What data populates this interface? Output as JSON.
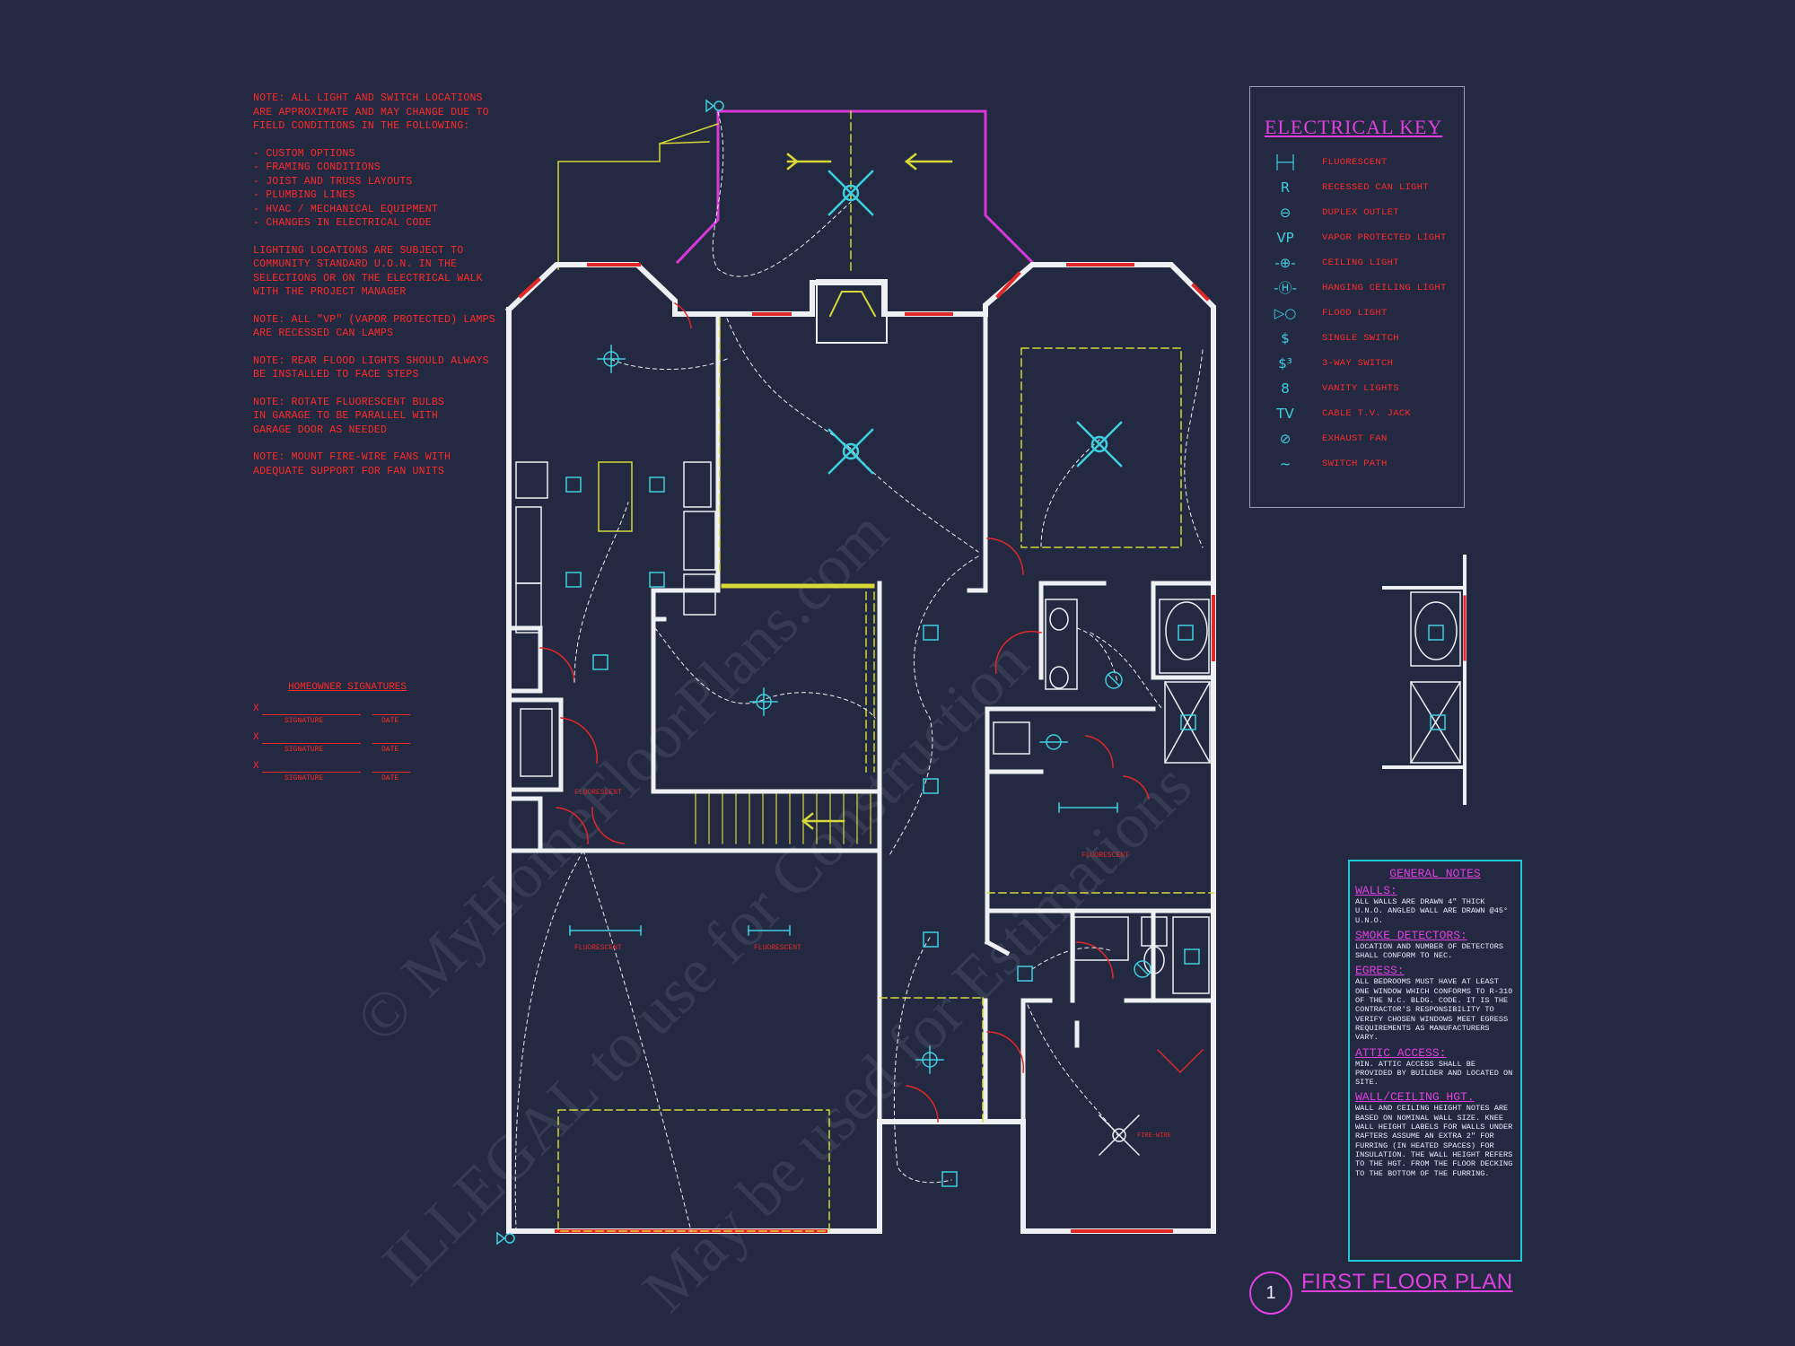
{
  "notes": {
    "note1": "NOTE: ALL LIGHT AND SWITCH LOCATIONS ARE APPROXIMATE AND MAY CHANGE DUE TO FIELD CONDITIONS IN THE FOLLOWING:",
    "list": "- CUSTOM OPTIONS\n- FRAMING CONDITIONS\n- JOIST AND TRUSS LAYOUTS\n- PLUMBING LINES\n- HVAC / MECHANICAL EQUIPMENT\n- CHANGES IN ELECTRICAL CODE",
    "note2": "LIGHTING LOCATIONS ARE SUBJECT TO COMMUNITY STANDARD U.O.N. IN THE SELECTIONS OR ON THE ELECTRICAL WALK WITH THE PROJECT MANAGER",
    "note3": "NOTE: ALL \"VP\" (VAPOR PROTECTED) LAMPS ARE RECESSED CAN LAMPS",
    "note4": "NOTE: REAR FLOOD LIGHTS SHOULD ALWAYS BE INSTALLED TO FACE STEPS",
    "note5": "NOTE: ROTATE FLUORESCENT BULBS\nIN GARAGE TO BE PARALLEL WITH\nGARAGE DOOR AS NEEDED",
    "note6": "NOTE: MOUNT FIRE-WIRE FANS WITH\nADEQUATE SUPPORT FOR FAN UNITS"
  },
  "signatures": {
    "heading": "HOMEOWNER SIGNATURES",
    "x": "X",
    "sig_label": "SIGNATURE",
    "date_label": "DATE"
  },
  "key": {
    "title": "ELECTRICAL KEY",
    "items": [
      {
        "icon": "fluorescent-icon",
        "symbol": "├─┤",
        "label": "FLUORESCENT"
      },
      {
        "icon": "recessed-can-icon",
        "symbol": "R",
        "label": "RECESSED CAN LIGHT"
      },
      {
        "icon": "duplex-outlet-icon",
        "symbol": "⊖",
        "label": "DUPLEX OUTLET"
      },
      {
        "icon": "vapor-light-icon",
        "symbol": "VP",
        "label": "VAPOR PROTECTED LIGHT"
      },
      {
        "icon": "ceiling-light-icon",
        "symbol": "-⊕-",
        "label": "CEILING LIGHT"
      },
      {
        "icon": "hanging-light-icon",
        "symbol": "-Ⓗ-",
        "label": "HANGING CEILING LIGHT"
      },
      {
        "icon": "flood-light-icon",
        "symbol": "▷○",
        "label": "FLOOD LIGHT"
      },
      {
        "icon": "single-switch-icon",
        "symbol": "$",
        "label": "SINGLE SWITCH"
      },
      {
        "icon": "three-way-switch-icon",
        "symbol": "$³",
        "label": "3-WAY SWITCH"
      },
      {
        "icon": "vanity-lights-icon",
        "symbol": "8",
        "label": "VANITY LIGHTS"
      },
      {
        "icon": "tv-jack-icon",
        "symbol": "TV",
        "label": "CABLE T.V. JACK"
      },
      {
        "icon": "exhaust-fan-icon",
        "symbol": "⊘",
        "label": "EXHAUST FAN"
      },
      {
        "icon": "switch-path-icon",
        "symbol": "~",
        "label": "SWITCH PATH"
      }
    ]
  },
  "general_notes": {
    "heading": "GENERAL NOTES",
    "sections": [
      {
        "title": "WALLS:",
        "body": "ALL WALLS ARE DRAWN 4\" THICK U.N.O. ANGLED WALL ARE DRAWN @45° U.N.O."
      },
      {
        "title": "SMOKE DETECTORS:",
        "body": "LOCATION AND NUMBER OF DETECTORS SHALL CONFORM TO NEC."
      },
      {
        "title": "EGRESS:",
        "body": "ALL BEDROOMS MUST HAVE AT LEAST ONE WINDOW WHICH CONFORMS TO R-310 OF THE N.C. BLDG. CODE. IT IS THE CONTRACTOR'S RESPONSIBILITY TO VERIFY CHOSEN WINDOWS MEET EGRESS REQUIREMENTS AS MANUFACTURERS VARY."
      },
      {
        "title": "ATTIC ACCESS:",
        "body": "MIN. ATTIC ACCESS SHALL BE PROVIDED BY BUILDER AND LOCATED ON SITE."
      },
      {
        "title": "WALL/CEILING HGT.",
        "body": "WALL AND CEILING HEIGHT NOTES ARE BASED ON NOMINAL WALL SIZE. KNEE WALL HEIGHT LABELS FOR WALLS UNDER RAFTERS ASSUME AN EXTRA 2\" FOR FURRING (IN HEATED SPACES) FOR INSULATION. THE WALL HEIGHT REFERS TO THE HGT. FROM THE FLOOR DECKING TO THE BOTTOM OF THE FURRING."
      }
    ]
  },
  "plan_title": {
    "number": "1",
    "title": "FIRST FLOOR PLAN"
  },
  "watermark": {
    "line1": "© MyHomeFloorPlans.com",
    "line2": "ILLEGAL to use for Construction",
    "line3": "May be used for Estimations"
  },
  "plan_labels": {
    "fluorescent": "FLUORESCENT",
    "fire_wire": "FIRE-WIRE"
  },
  "colors": {
    "background": "#232940",
    "wall": "#eef0f4",
    "window": "#e02828",
    "porch": "#d838d8",
    "electrical": "#3fd0e0",
    "notes": "#ff2a2a",
    "accent": "#e040e0",
    "hidden": "#d8d838"
  }
}
